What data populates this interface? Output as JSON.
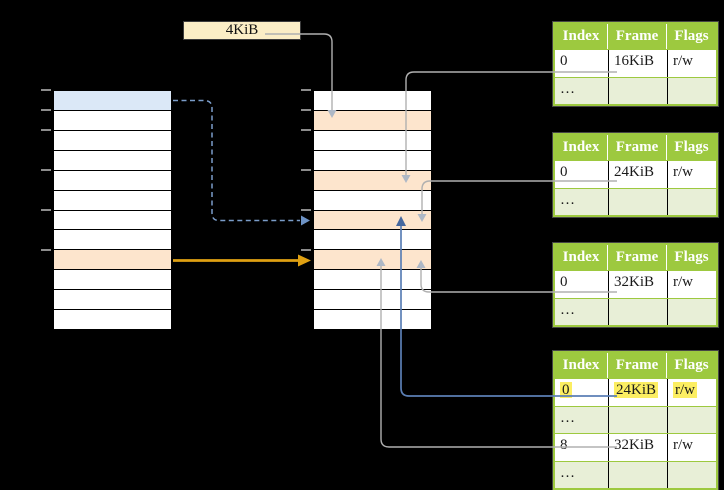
{
  "background": "#000000",
  "page_size_box": {
    "label": "4KiB"
  },
  "virtual_memory_column": {
    "row_count": 12,
    "blue_rows": [
      0
    ],
    "orange_rows": [
      8
    ],
    "tick_rows": [
      0,
      1,
      2,
      4,
      6,
      8
    ]
  },
  "physical_memory_column": {
    "row_count": 12,
    "blue_rows": [],
    "orange_rows": [
      1,
      4,
      6,
      8
    ],
    "tick_rows": [
      0,
      1,
      2,
      4,
      6,
      8
    ]
  },
  "table_headers": [
    "Index",
    "Frame",
    "Flags"
  ],
  "page_tables": [
    {
      "name": "page-table-1",
      "rows": [
        {
          "index": "0",
          "frame": "16KiB",
          "flags": "r/w",
          "shaded": false,
          "highlighted": false
        },
        {
          "index": "…",
          "frame": "",
          "flags": "",
          "shaded": true,
          "highlighted": false
        }
      ]
    },
    {
      "name": "page-table-2",
      "rows": [
        {
          "index": "0",
          "frame": "24KiB",
          "flags": "r/w",
          "shaded": false,
          "highlighted": false
        },
        {
          "index": "…",
          "frame": "",
          "flags": "",
          "shaded": true,
          "highlighted": false
        }
      ]
    },
    {
      "name": "page-table-3",
      "rows": [
        {
          "index": "0",
          "frame": "32KiB",
          "flags": "r/w",
          "shaded": false,
          "highlighted": false
        },
        {
          "index": "…",
          "frame": "",
          "flags": "",
          "shaded": true,
          "highlighted": false
        }
      ]
    },
    {
      "name": "page-table-4",
      "rows": [
        {
          "index": "0",
          "frame": "24KiB",
          "flags": "r/w",
          "shaded": false,
          "highlighted": true
        },
        {
          "index": "…",
          "frame": "",
          "flags": "",
          "shaded": true,
          "highlighted": false
        },
        {
          "index": "8",
          "frame": "32KiB",
          "flags": "r/w",
          "shaded": false,
          "highlighted": false
        },
        {
          "index": "…",
          "frame": "",
          "flags": "",
          "shaded": true,
          "highlighted": false
        }
      ]
    }
  ],
  "connectors": [
    {
      "id": "connector-pagesize-to-frame",
      "from": "page-size-box",
      "to": "physical-row-1",
      "style": "gray"
    },
    {
      "id": "connector-vpage-to-ptable",
      "from": "virtual-row-0",
      "to": "physical-row-6",
      "style": "dashed-blue"
    },
    {
      "id": "connector-vpage-to-frame",
      "from": "virtual-row-8",
      "to": "physical-row-8",
      "style": "orange"
    },
    {
      "id": "connector-table1-to-frame",
      "from": "page-table-1-row-0",
      "to": "physical-row-4",
      "style": "gray"
    },
    {
      "id": "connector-table2-to-frame",
      "from": "page-table-2-row-0",
      "to": "physical-row-6",
      "style": "gray"
    },
    {
      "id": "connector-table3-to-frame",
      "from": "page-table-3-row-0",
      "to": "physical-row-8",
      "style": "gray"
    },
    {
      "id": "connector-table4-to-frame",
      "from": "page-table-4-row-0",
      "to": "physical-row-6",
      "style": "blue"
    },
    {
      "id": "connector-table4row2-to-frame",
      "from": "page-table-4-row-2",
      "to": "physical-row-8",
      "style": "gray"
    }
  ],
  "colors": {
    "header_green": "#9dc93f",
    "shaded_green": "#e8efd7",
    "row_white": "#ffffff",
    "orange_row": "#fde5cd",
    "blue_row": "#dbe8f7",
    "cream_box": "#fbeec6",
    "yellow_highlight": "#fcee62",
    "gray_line": "#b0b0b0",
    "gray_head": "#aeb8c6",
    "blue_line": "#5b7fb5",
    "blue_head": "#46689f",
    "dashed_blue_line": "#7a9cc9",
    "dashed_blue_head": "#6d92c4",
    "orange_arrow": "#dfa012",
    "tick_gray": "#8c8c8c",
    "header_text": "#ffffff",
    "cell_text": "#1a1a1a"
  }
}
